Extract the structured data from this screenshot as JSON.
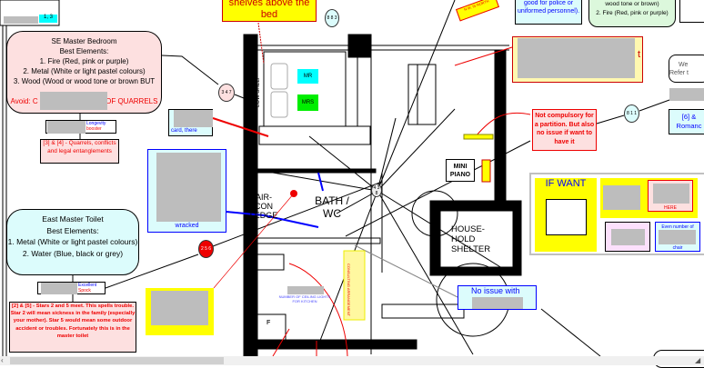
{
  "top_left_tag": "1, 3",
  "se_bedroom": {
    "title": "SE Master Bedroom",
    "subtitle": "Best Elements:",
    "items": [
      "1. Fire (Red, pink or purple)",
      "2. Metal (White or light pastel colours)",
      "3. Wood (Wood or wood tone or brown BUT"
    ],
    "avoid_prefix": "Avoid: C",
    "avoid_suffix": "OF QUARRELS"
  },
  "longevity": {
    "line1": "Longevity",
    "line2": "booster"
  },
  "quarrels_note": "[3] & [4] - Quarrels, conflicts and legal entanglements",
  "circle_347": "3 4 7",
  "circle_883": "8 8 3",
  "circle_256": "2 5 6",
  "circle_811": "8 1 1",
  "circle_center": "4 3 8",
  "shelves_note": "shelves above the bed",
  "redtag": "N.W. IS NORTH",
  "police_note": "good for police or uniformed personnel).",
  "green_note": {
    "line1": "wood tone or brown)",
    "line2": "2. Fire (Red, pink or purple)"
  },
  "yellow_note_tail": "t",
  "we_note": {
    "line1": "We",
    "line2": "Refer t"
  },
  "romance_note": {
    "line1": "[6] &",
    "line2": "Romanc"
  },
  "partition_note": "Not compulsory for a partition. But also no issue if want to have it",
  "blue_note_tail": "wracked",
  "small_note_tail": "card, there",
  "east_toilet": {
    "title": "East Master Toilet",
    "subtitle": "Best Elements:",
    "items": [
      "1. Metal (White or light pastel colours)",
      "2. Water (Blue, black or grey)"
    ]
  },
  "spock": {
    "line1": "Excellent",
    "line2": "Spock"
  },
  "stars_note": "[2] & [5] - Stars 2 and 5 meet. This spells trouble. Star 2 will mean sickness in the family (especially your mother). Star 5 would mean some outdoor accident or troubles. Fortunately this is in the master toilet",
  "plan": {
    "low_shelf": "LOW SHELF",
    "mr": "MR",
    "mrs": "MRS",
    "aircon": "AIR-\nCON\nLEDGE",
    "bath": "BATH /\nWC",
    "shelter": "HOUSE-\nHOLD\nSHELTER",
    "piano": "MINI\nPIANO",
    "fridge": "F",
    "ceiling_lights": "NUMBER OF CEILING LIGHTS FOR KITCHEN",
    "hatch_text": "CONSULTING ARRANGEMENT"
  },
  "no_issue": "No issue with",
  "if_want": {
    "title": "IF WANT",
    "here": "HERE",
    "even": "Even number of",
    "chair": "chair"
  }
}
